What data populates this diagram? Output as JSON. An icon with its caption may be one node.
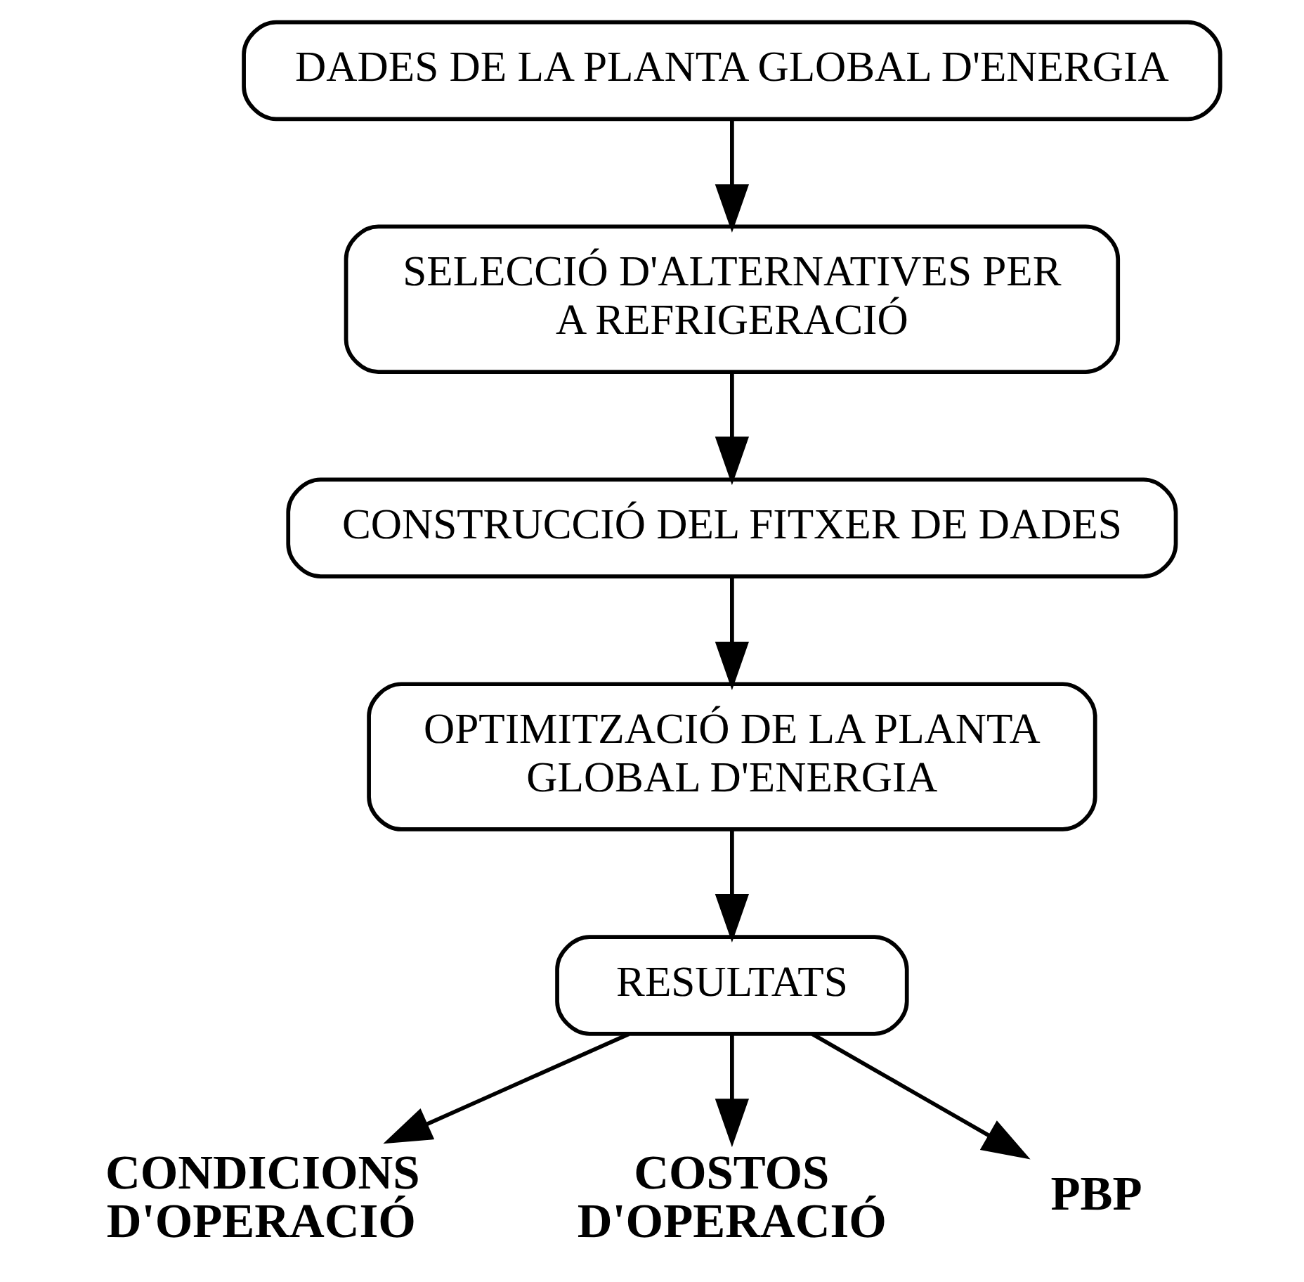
{
  "diagram": {
    "nodes": [
      {
        "text": [
          "DADES DE LA PLANTA GLOBAL D'ENERGIA"
        ]
      },
      {
        "text": [
          "SELECCIÓ D'ALTERNATIVES PER A REFRIGERACIÓ"
        ]
      },
      {
        "text": [
          "CONSTRUCCIÓ DEL FITXER DE DADES"
        ]
      },
      {
        "text": [
          "OPTIMITZACIÓ DE LA PLANTA GLOBAL D'ENERGIA"
        ]
      },
      {
        "text": [
          "RESULTATS"
        ]
      },
      {
        "text": [
          "CONDICIONS D'OPERACIÓ"
        ]
      },
      {
        "text": [
          "COSTOS D'OPERACIÓ"
        ]
      },
      {
        "text": [
          "PBP"
        ]
      }
    ],
    "edges": [
      {
        "from": 0,
        "to": 1,
        "arrow": "to"
      },
      {
        "from": 1,
        "to": 2,
        "arrow": "to"
      },
      {
        "from": 2,
        "to": 3,
        "arrow": "to"
      },
      {
        "from": 3,
        "to": 4,
        "arrow": "to"
      },
      {
        "from": 4,
        "to": 5,
        "arrow": "to"
      },
      {
        "from": 4,
        "to": 6,
        "arrow": "to"
      },
      {
        "from": 4,
        "to": 7,
        "arrow": "to"
      }
    ]
  }
}
